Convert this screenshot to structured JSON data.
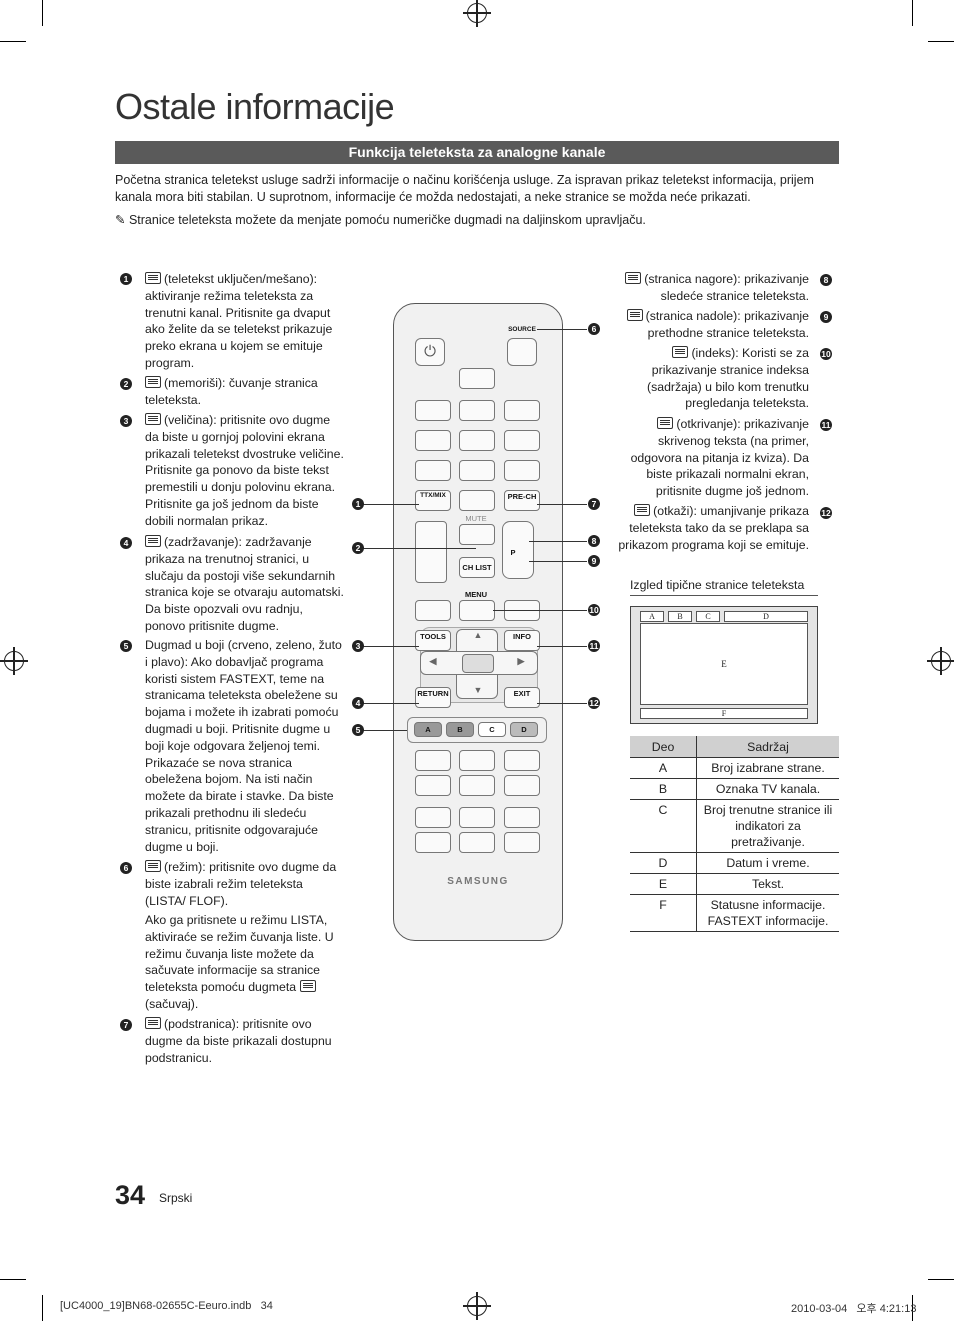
{
  "page": {
    "title": "Ostale informacije",
    "section_title": "Funkcija teleteksta za analogne kanale",
    "intro": "Početna stranica teletekst usluge sadrži informacije o načinu korišćenja usluge. Za ispravan prikaz teletekst informacija, prijem kanala mora biti stabilan. U suprotnom, informacije će možda nedostajati, a neke stranice se možda neće prikazati.",
    "note": "Stranice teleteksta možete da menjate pomoću numeričke dugmadi na daljinskom upravljaču.",
    "page_number": "34",
    "language": "Srpski"
  },
  "left_items": [
    {
      "n": "1",
      "text": "(teletekst uključen/mešano): aktiviranje režima teleteksta za trenutni kanal. Pritisnite ga dvaput ako želite da se teletekst prikazuje preko ekrana u kojem se emituje program."
    },
    {
      "n": "2",
      "text": "(memoriši): čuvanje stranica teleteksta."
    },
    {
      "n": "3",
      "text": "(veličina): pritisnite ovo dugme da biste u gornjoj polovini ekrana prikazali teletekst dvostruke veličine. Pritisnite ga ponovo da biste tekst premestili u donju polovinu ekrana. Pritisnite ga još jednom da biste dobili normalan prikaz."
    },
    {
      "n": "4",
      "text": "(zadržavanje): zadržavanje prikaza na trenutnoj stranici, u slučaju da postoji više sekundarnih stranica koje se otvaraju automatski. Da biste opozvali ovu radnju, ponovo pritisnite dugme."
    },
    {
      "n": "5",
      "text": "Dugmad u boji (crveno, zeleno, žuto i plavo): Ako dobavljač programa koristi sistem FASTEXT, teme na stranicama teleteksta obeležene su bojama i možete ih izabrati pomoću dugmadi u boji. Pritisnite dugme u boji koje odgovara željenoj temi. Prikazaće se nova stranica obeležena bojom. Na isti način možete da birate i stavke. Da biste prikazali prethodnu ili sledeću stranicu, pritisnite odgovarajuće dugme u boji."
    },
    {
      "n": "6",
      "text": "(režim): pritisnite ovo dugme da biste izabrali režim teleteksta (LISTA/ FLOF)."
    },
    {
      "n": "6b",
      "text": "Ako ga pritisnete u režimu LISTA, aktiviraće se režim čuvanja liste. U režimu čuvanja liste možete da sačuvate informacije sa stranice teleteksta pomoću dugmeta"
    },
    {
      "n": "6c",
      "text": "(sačuvaj)."
    },
    {
      "n": "7",
      "text": "(podstranica): pritisnite ovo dugme da biste prikazali dostupnu podstranicu."
    }
  ],
  "right_items": [
    {
      "n": "8",
      "text": "(stranica nagore): prikazivanje sledeće stranice teleteksta."
    },
    {
      "n": "9",
      "text": "(stranica nadole): prikazivanje prethodne stranice teleteksta."
    },
    {
      "n": "10",
      "text": "(indeks): Koristi se za prikazivanje stranice indeksa (sadržaja) u bilo kom trenutku pregledanja teleteksta."
    },
    {
      "n": "11",
      "text": "(otkrivanje): prikazivanje skrivenog teksta (na primer, odgovora na pitanja iz kviza). Da biste prikazali normalni ekran, pritisnite dugme još jednom."
    },
    {
      "n": "12",
      "text": "(otkaži): umanjivanje prikaza teleteksta tako da se preklapa sa prikazom programa koji se emituje."
    }
  ],
  "remote": {
    "source": "SOURCE",
    "ttx": "TTX/MIX",
    "prech": "PRE-CH",
    "mute": "MUTE",
    "chlist": "CH LIST",
    "p": "P",
    "menu": "MENU",
    "tools": "TOOLS",
    "info": "INFO",
    "return": "RETURN",
    "exit": "EXIT",
    "color_a": "A",
    "color_b": "B",
    "color_c": "C",
    "color_d": "D",
    "brand": "SAMSUNG"
  },
  "teletext": {
    "heading": "Izgled tipične stranice teleteksta",
    "a": "A",
    "b": "B",
    "c": "C",
    "d": "D",
    "e": "E",
    "f": "F"
  },
  "table": {
    "headers": [
      "Deo",
      "Sadržaj"
    ],
    "rows": [
      [
        "A",
        "Broj izabrane strane."
      ],
      [
        "B",
        "Oznaka TV kanala."
      ],
      [
        "C",
        "Broj trenutne stranice ili indikatori za pretraživanje."
      ],
      [
        "D",
        "Datum i vreme."
      ],
      [
        "E",
        "Tekst."
      ],
      [
        "F",
        "Statusne informacije. FASTEXT informacije."
      ]
    ]
  },
  "footer": {
    "file": "[UC4000_19]BN68-02655C-Eeuro.indb   34",
    "date": "2010-03-04   오후 4:21:13"
  }
}
